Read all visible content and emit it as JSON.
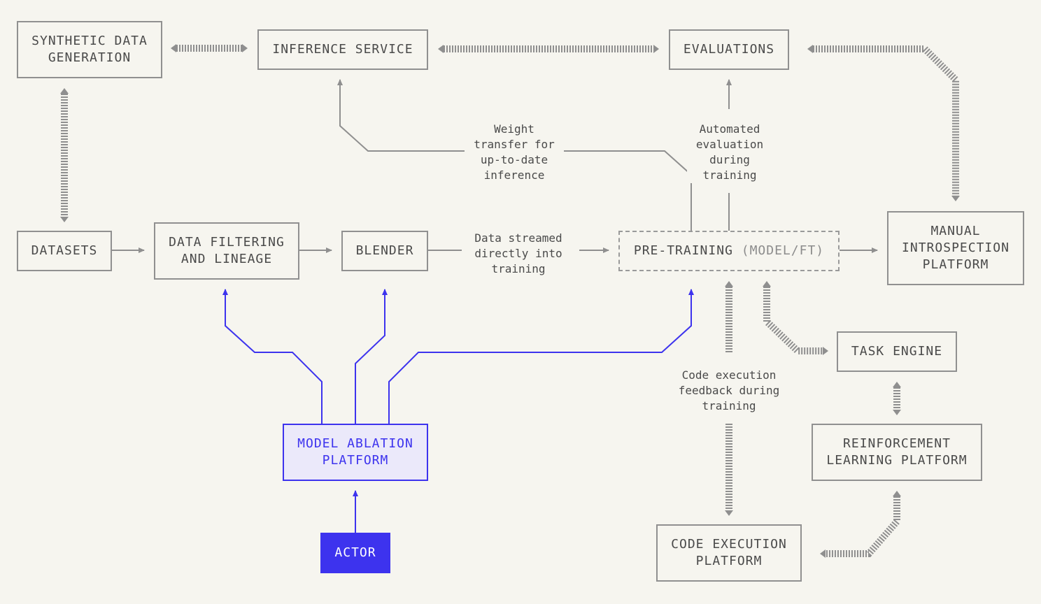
{
  "nodes": {
    "synthetic": "SYNTHETIC DATA\nGENERATION",
    "inference": "INFERENCE SERVICE",
    "evaluations": "EVALUATIONS",
    "datasets": "DATASETS",
    "filtering": "DATA FILTERING\nAND LINEAGE",
    "blender": "BLENDER",
    "pretraining": "PRE-TRAINING",
    "pretraining_suffix": "(MODEL/FT)",
    "manual": "MANUAL\nINTROSPECTION\nPLATFORM",
    "task_engine": "TASK ENGINE",
    "rl_platform": "REINFORCEMENT\nLEARNING PLATFORM",
    "code_exec": "CODE EXECUTION\nPLATFORM",
    "ablation": "MODEL ABLATION\nPLATFORM",
    "actor": "ACTOR"
  },
  "labels": {
    "weight_transfer": "Weight\ntransfer for\nup-to-date\ninference",
    "auto_eval": "Automated\nevaluation\nduring\ntraining",
    "data_streamed": "Data streamed\ndirectly into\ntraining",
    "code_feedback": "Code execution\nfeedback during\ntraining"
  },
  "colors": {
    "background": "#f6f5ef",
    "line": "#8f8f8f",
    "accent": "#3d33ee",
    "accent_fill": "#ebe9fa"
  }
}
